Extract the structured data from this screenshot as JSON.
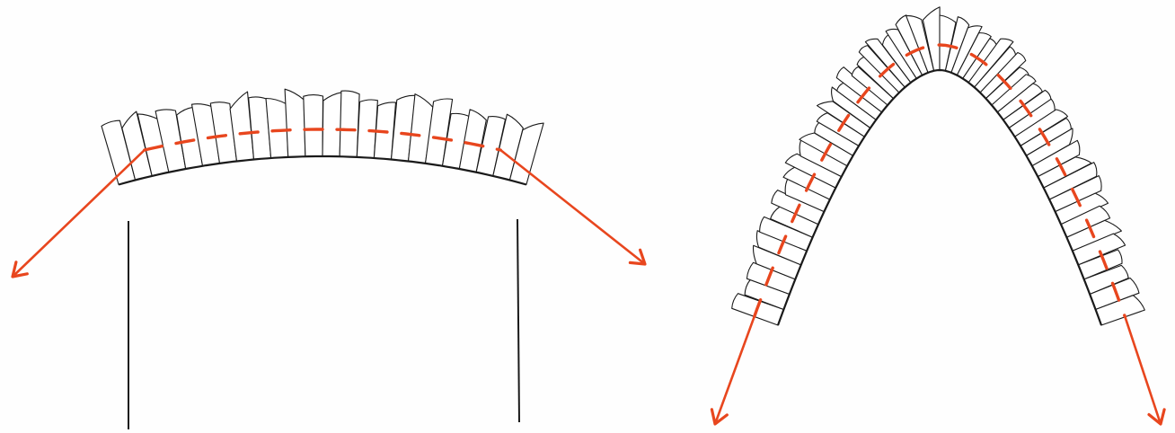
{
  "figure": {
    "panels": [
      {
        "id": "segmental-arch",
        "arch_type": "segmental",
        "voussoir_count": 24,
        "thrust_arrows": 2
      },
      {
        "id": "pointed-arch",
        "arch_type": "parabolic",
        "voussoir_count": 56,
        "thrust_arrows": 2
      }
    ],
    "colors": {
      "ink": "#1a1a1a",
      "thrust_line": "#e8461e",
      "paper": "#fefefe",
      "stone_fill": "#ffffff"
    }
  }
}
